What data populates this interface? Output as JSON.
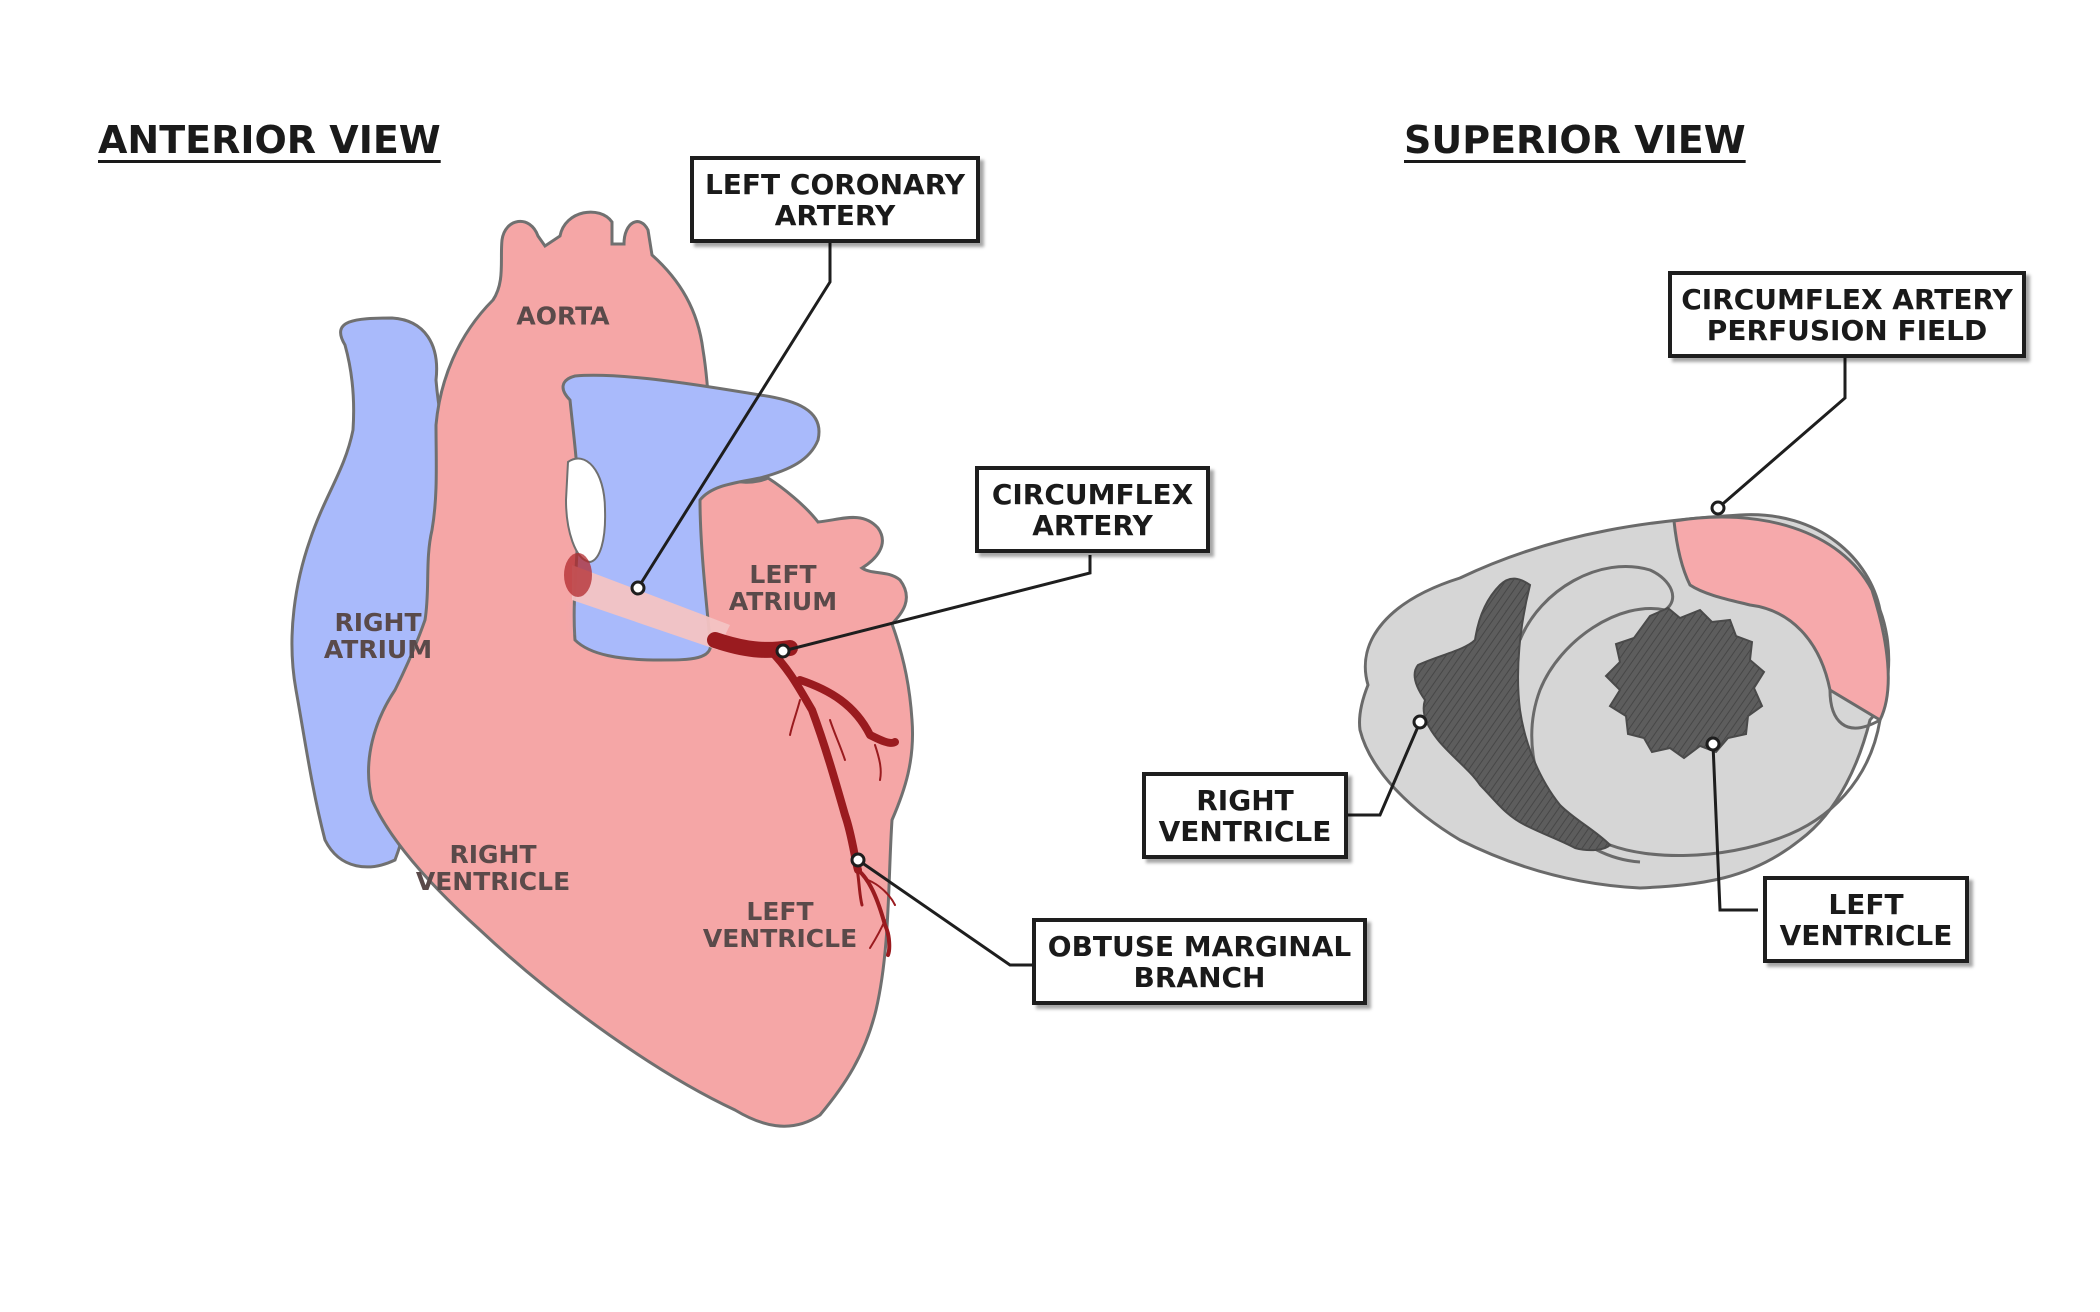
{
  "views": {
    "anterior": {
      "title": "ANTERIOR VIEW",
      "regions": {
        "aorta": "AORTA",
        "right_atrium": "RIGHT\nATRIUM",
        "left_atrium": "LEFT\nATRIUM",
        "right_ventricle": "RIGHT\nVENTRICLE",
        "left_ventricle": "LEFT\nVENTRICLE"
      },
      "callouts": {
        "left_coronary_artery": "LEFT CORONARY\nARTERY",
        "circumflex_artery": "CIRCUMFLEX\nARTERY",
        "obtuse_marginal_branch": "OBTUSE MARGINAL\nBRANCH"
      }
    },
    "superior": {
      "title": "SUPERIOR VIEW",
      "callouts": {
        "perfusion_field": "CIRCUMFLEX ARTERY\nPERFUSION FIELD",
        "right_ventricle": "RIGHT\nVENTRICLE",
        "left_ventricle": "LEFT\nVENTRICLE"
      }
    }
  },
  "colors": {
    "ventricle_tissue": "#f5a6a6",
    "venous_blue": "#a9bafb",
    "artery_dark_red": "#9a1b1f",
    "left_coronary_light": "#f3c3c3",
    "myocardium_gray": "#d6d6d6",
    "cavity_dark": "#5a5a5a",
    "perfusion_pink": "#f6a9ab",
    "outline": "#6a6a6a"
  }
}
